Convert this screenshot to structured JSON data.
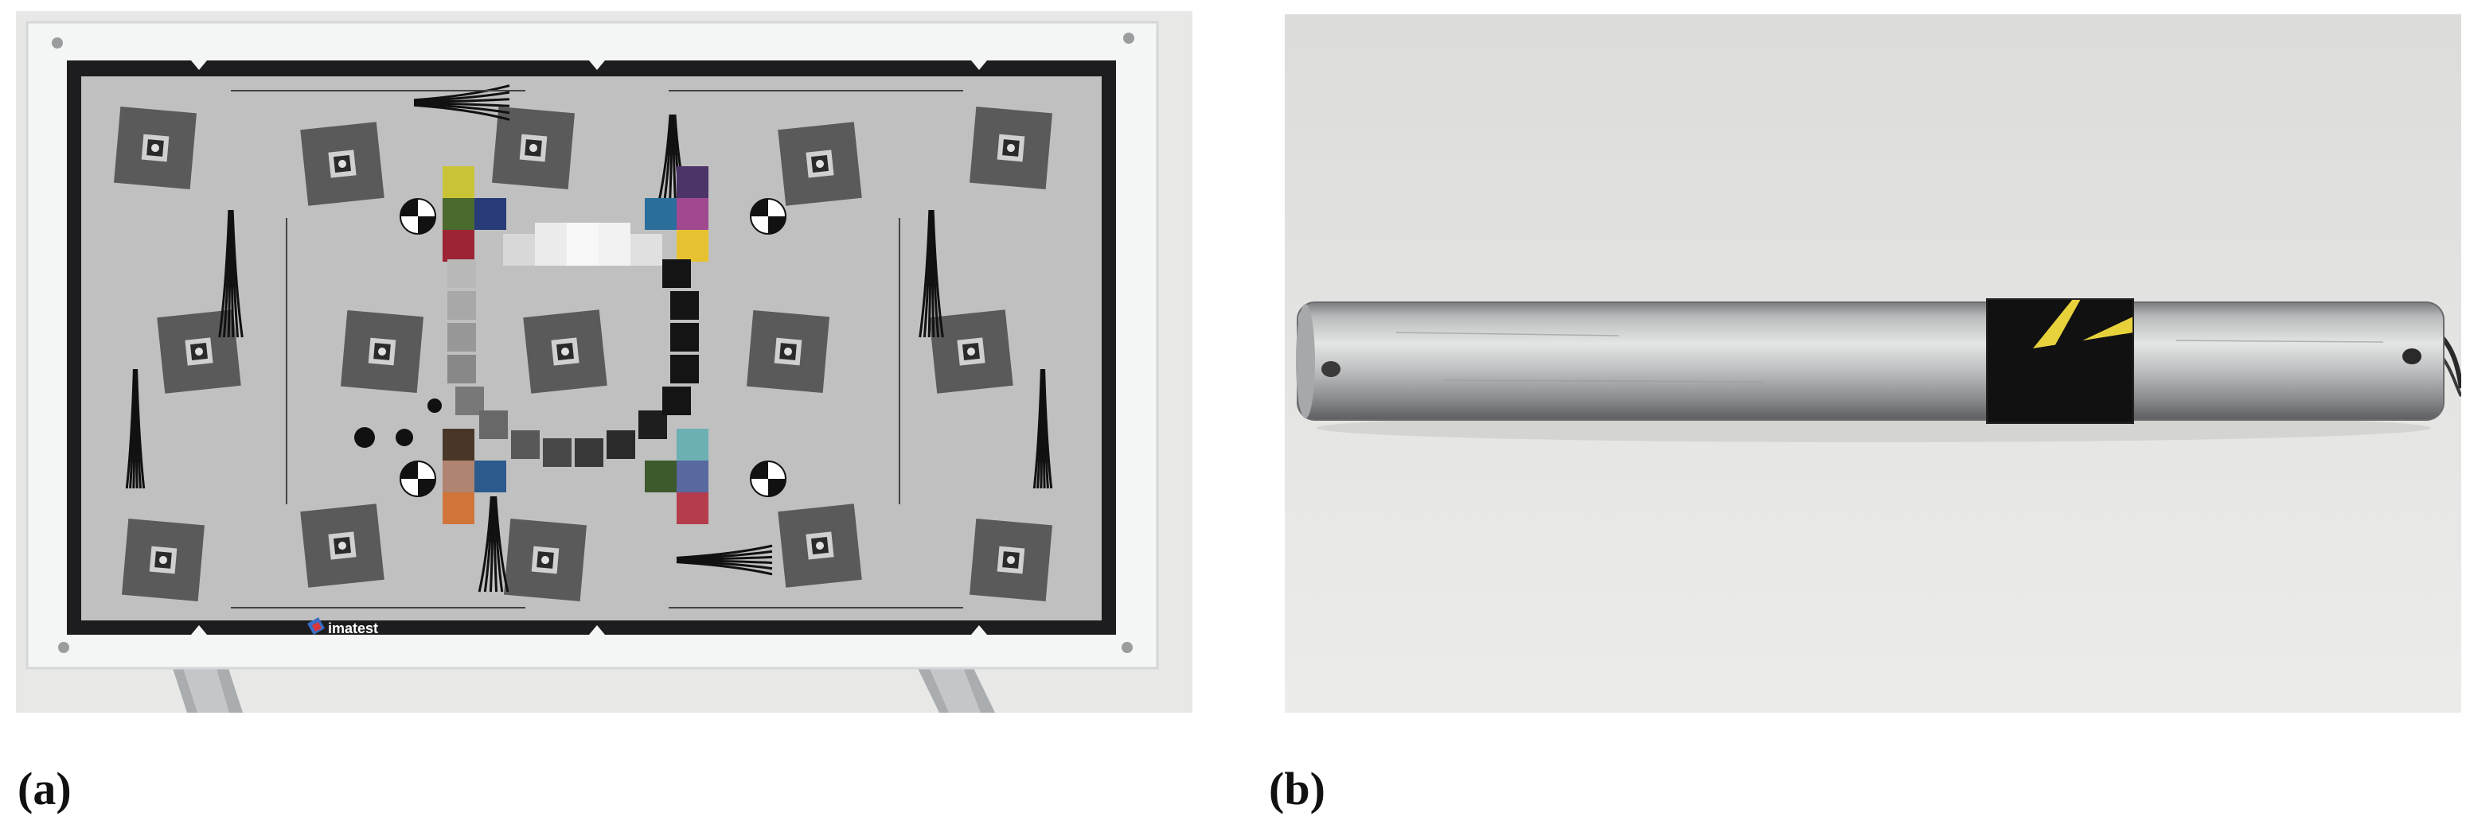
{
  "figure": {
    "panels": [
      {
        "label": "(a)",
        "brand_text": "imatest"
      },
      {
        "label": "(b)"
      }
    ]
  }
}
